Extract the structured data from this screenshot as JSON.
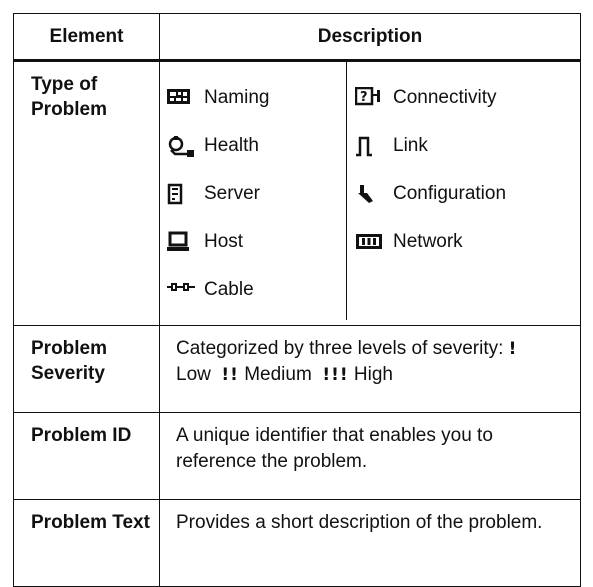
{
  "header": {
    "element": "Element",
    "description": "Description"
  },
  "rows": {
    "type_of_problem": {
      "label": "Type of Problem",
      "types_left": [
        {
          "label": "Naming",
          "icon": "naming-icon"
        },
        {
          "label": "Health",
          "icon": "health-icon"
        },
        {
          "label": "Server",
          "icon": "server-icon"
        },
        {
          "label": "Host",
          "icon": "host-icon"
        },
        {
          "label": "Cable",
          "icon": "cable-icon"
        }
      ],
      "types_right": [
        {
          "label": "Connectivity",
          "icon": "connectivity-icon"
        },
        {
          "label": "Link",
          "icon": "link-icon"
        },
        {
          "label": "Configuration",
          "icon": "configuration-icon"
        },
        {
          "label": "Network",
          "icon": "network-icon"
        }
      ]
    },
    "problem_severity": {
      "label": "Problem Severity",
      "intro": "Categorized by three levels of severity:",
      "low": "Low",
      "medium": "Medium",
      "high": "High",
      "low_mark": "!",
      "medium_mark": "!!",
      "high_mark": "!!!"
    },
    "problem_id": {
      "label": "Problem ID",
      "text": "A unique identifier that enables you to reference the problem."
    },
    "problem_text": {
      "label": "Problem Text",
      "text": "Provides a short description of the problem."
    }
  }
}
